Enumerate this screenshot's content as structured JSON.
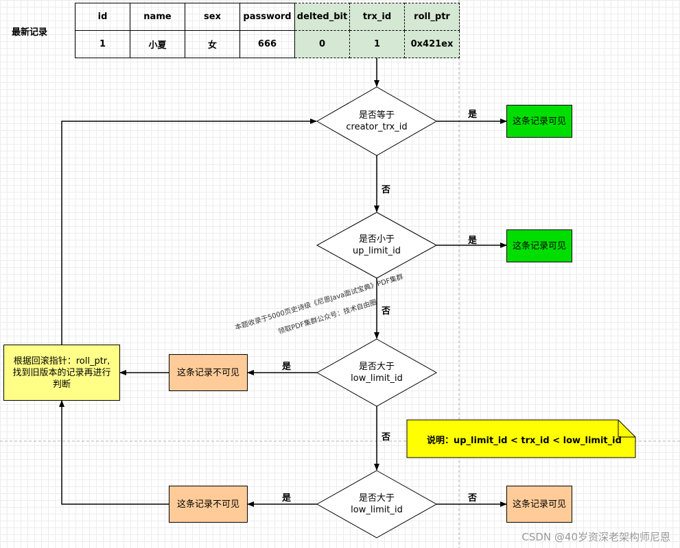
{
  "record": {
    "label": "最新记录",
    "headers": [
      "id",
      "name",
      "sex",
      "password",
      "delted_bit",
      "trx_id",
      "roll_ptr"
    ],
    "values": [
      "1",
      "小夏",
      "女",
      "666",
      "0",
      "1",
      "0x421ex"
    ]
  },
  "decisions": {
    "d1": [
      "是否等于",
      "creator_trx_id"
    ],
    "d2": [
      "是否小于",
      "up_limit_id"
    ],
    "d3": [
      "是否大于",
      "low_limit_id"
    ],
    "d4": [
      "是否大于",
      "low_limit_id"
    ]
  },
  "results": {
    "visible_1": "这条记录可见",
    "visible_2": "这条记录可见",
    "invisible_1": "这条记录不可见",
    "invisible_2": "这条记录不可见",
    "visible_3": "这条记录可见"
  },
  "rollback": [
    "根据回滚指针：roll_ptr,",
    "找到旧版本的记录再进行",
    "判断"
  ],
  "edges": {
    "d1_yes": "是",
    "d1_no": "否",
    "d2_yes": "是",
    "d2_no": "否",
    "d3_yes": "是",
    "d3_no": "否",
    "d4_yes": "是",
    "d4_no": "否"
  },
  "note": "说明：up_limit_id < trx_id < low_limit_id",
  "watermark": [
    "本题收录于5000页史诗级《尼恩Java面试宝典》PDF集群",
    "领取PDF集群公众号：技术自由圈"
  ],
  "footer": "CSDN @40岁资深老架构师尼恩",
  "colors": {
    "visible": "#00dd00",
    "invisible": "#ffcc99",
    "rollback": "#ffff88",
    "note": "#ffff00",
    "meta_cells": "#d5e8d4"
  }
}
